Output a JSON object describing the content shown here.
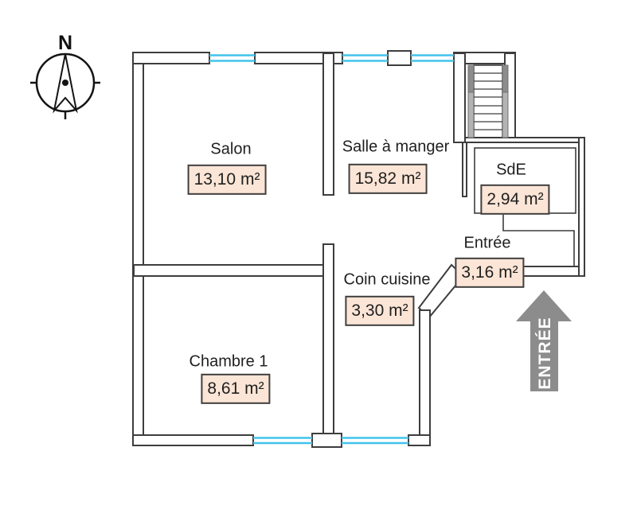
{
  "title": "Floor plan",
  "rooms": [
    {
      "id": "salon",
      "name": "Salon",
      "area": "13,10 m²"
    },
    {
      "id": "salle-a-manger",
      "name": "Salle à manger",
      "area": "15,82 m²"
    },
    {
      "id": "sde",
      "name": "SdE",
      "area": "2,94 m²"
    },
    {
      "id": "entree",
      "name": "Entrée",
      "area": "3,16 m²"
    },
    {
      "id": "coin-cuisine",
      "name": "Coin cuisine",
      "area": "3,30 m²"
    },
    {
      "id": "chambre-1",
      "name": "Chambre 1",
      "area": "8,61 m²"
    }
  ],
  "compass": {
    "north_label": "N"
  },
  "entrance_arrow": {
    "label": "ENTRÉE"
  },
  "colors": {
    "wall": "#3d3d3d",
    "window": "#41c3ec",
    "badge_fill": "#fbe5d6",
    "badge_border": "#404040",
    "arrow": "#8c8c8c",
    "arrow_text": "#ffffff",
    "text": "#1f1f1f",
    "stair_rail": "#b3b3b3"
  }
}
